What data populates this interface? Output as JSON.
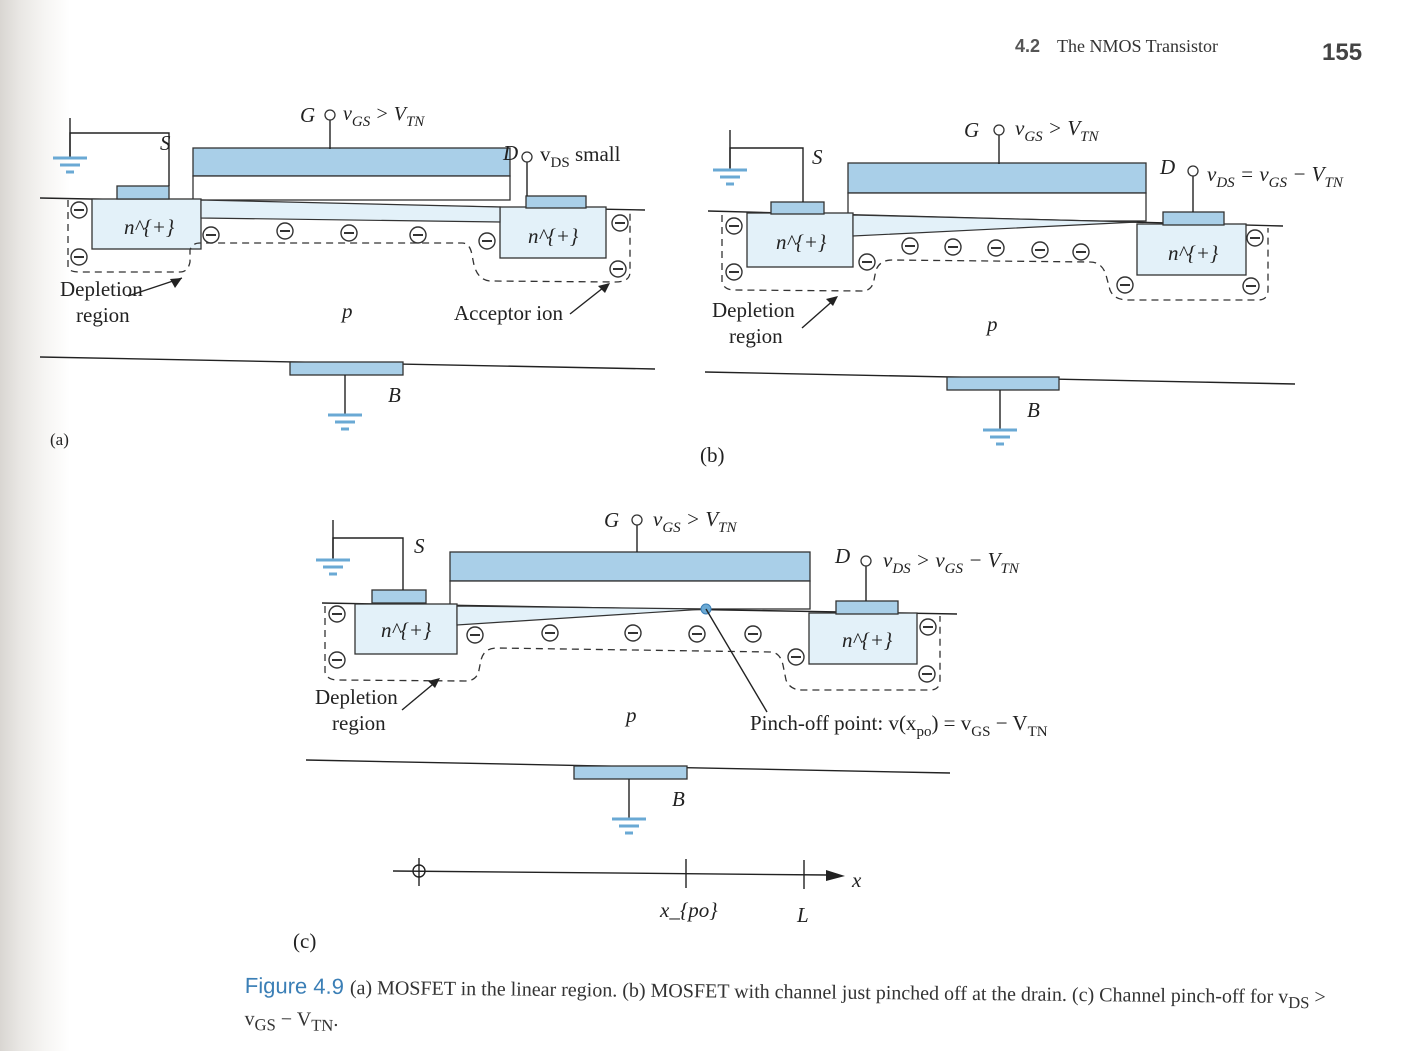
{
  "header": {
    "section": "4.2",
    "title": "The NMOS Transistor",
    "page_number": "155"
  },
  "panels": [
    {
      "id": "(a)",
      "gate": "G",
      "gate_cond": "v_{GS} > V_{TN}",
      "source": "S",
      "drain": "D",
      "drain_cond": "v_{DS} small",
      "n_plus": "n^{+}",
      "substrate": "p",
      "body": "B",
      "depletion_1": "Depletion",
      "depletion_2": "region",
      "acceptor": "Acceptor ion"
    },
    {
      "id": "(b)",
      "gate": "G",
      "gate_cond": "v_{GS} > V_{TN}",
      "source": "S",
      "drain": "D",
      "drain_cond": "v_{DS} = v_{GS} − V_{TN}",
      "n_plus": "n^{+}",
      "substrate": "p",
      "body": "B",
      "depletion_1": "Depletion",
      "depletion_2": "region"
    },
    {
      "id": "(c)",
      "gate": "G",
      "gate_cond": "v_{GS} > V_{TN}",
      "source": "S",
      "drain": "D",
      "drain_cond": "v_{DS} > v_{GS} − V_{TN}",
      "n_plus": "n^{+}",
      "substrate": "p",
      "body": "B",
      "depletion_1": "Depletion",
      "depletion_2": "region",
      "pinch_off": "Pinch-off point: v(x_{po}) = v_{GS} − V_{TN}",
      "axis": {
        "var": "x",
        "tick_xpo": "x_{po}",
        "tick_L": "L"
      }
    }
  ],
  "caption": {
    "figure_number": "Figure 4.9",
    "text": "(a) MOSFET in the linear region. (b) MOSFET with channel just pinched off at the drain. (c) Channel pinch-off for v_{DS} > v_{GS} − V_{TN}."
  },
  "colors": {
    "metal": "#a9cfe8",
    "n_region": "#e3f1f9",
    "caption_blue": "#3b7fb6"
  }
}
